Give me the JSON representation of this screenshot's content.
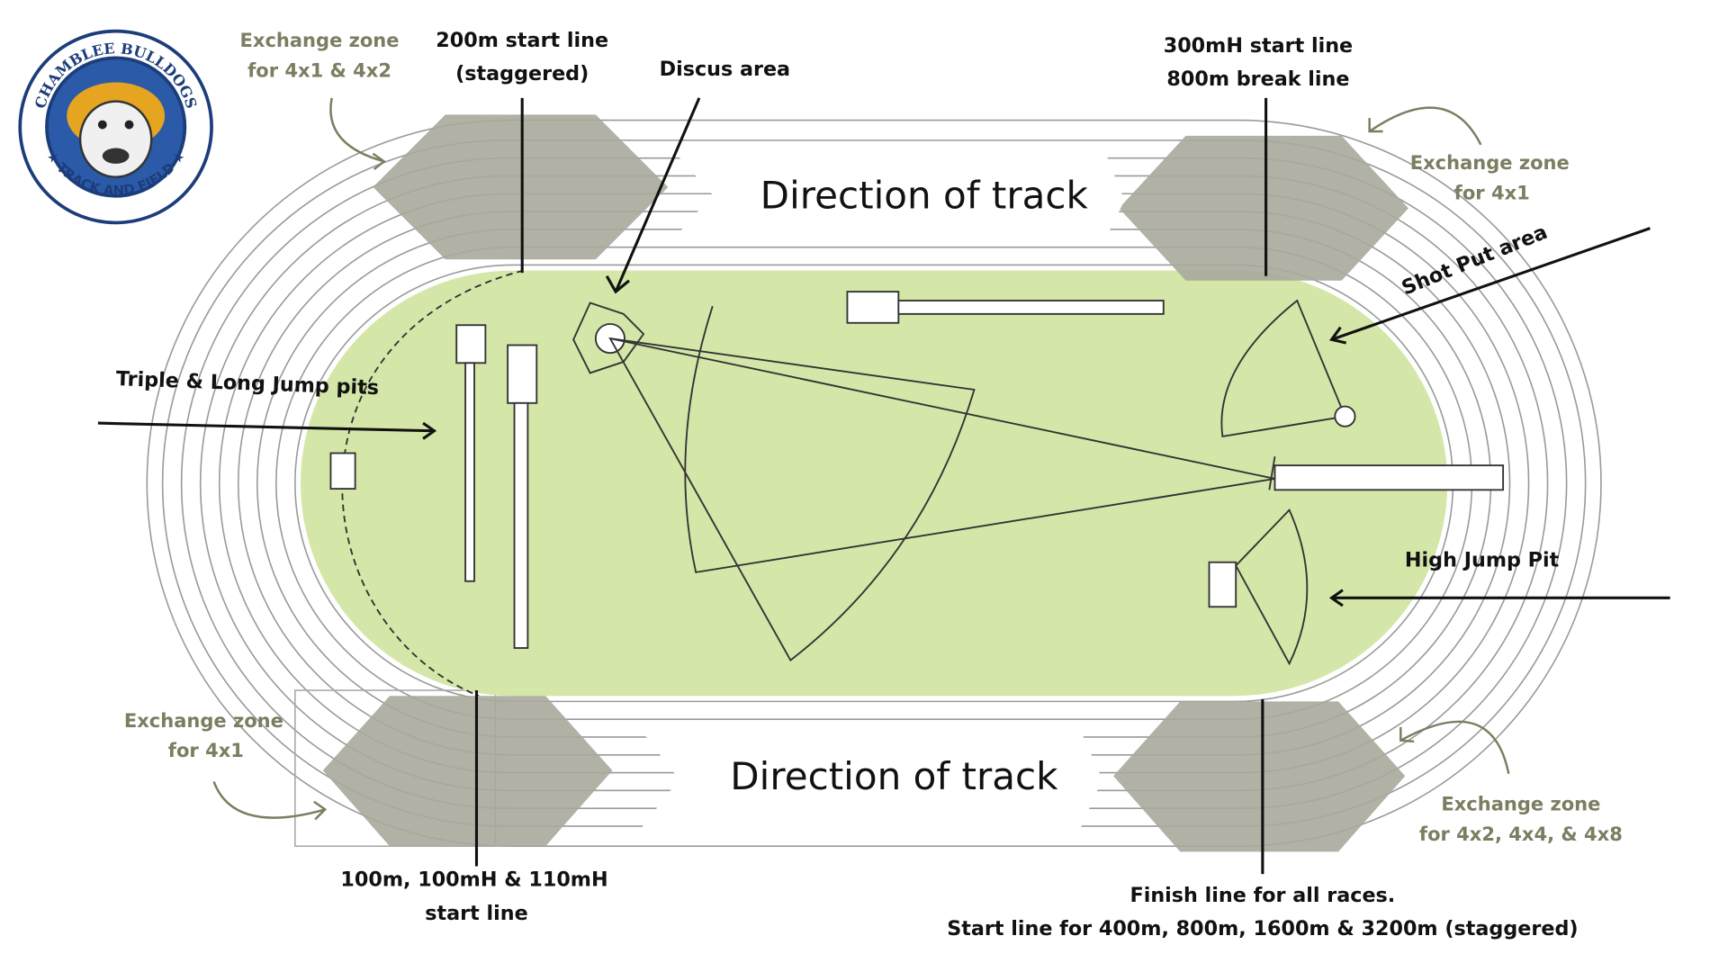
{
  "logo": {
    "top_text": "CHAMBLEE BULLDOGS",
    "bottom_text": "TRACK AND FIELD"
  },
  "labels": {
    "start_200_1": "200m start line",
    "start_200_2": "(staggered)",
    "discus": "Discus area",
    "start_300h_1": "300mH start line",
    "start_300h_2": "800m break line",
    "shot_put": "Shot Put area",
    "jump_pits": "Triple & Long Jump pits",
    "high_jump": "High Jump Pit",
    "start_100_1": "100m, 100mH & 110mH",
    "start_100_2": "start line",
    "finish_1": "Finish line for all races.",
    "finish_2": "Start line for 400m, 800m, 1600m & 3200m (staggered)"
  },
  "exchange_zones": {
    "top_left_1": "Exchange zone",
    "top_left_2": "for 4x1 & 4x2",
    "top_right_1": "Exchange zone",
    "top_right_2": "for 4x1",
    "bottom_left_1": "Exchange zone",
    "bottom_left_2": "for 4x1",
    "bottom_right_1": "Exchange zone",
    "bottom_right_2": "for 4x2, 4x4, & 4x8"
  },
  "direction": {
    "top": "Direction of track",
    "bottom": "Direction of track"
  },
  "colors": {
    "infield": "#d4e6a8",
    "zone": "#a9a99c",
    "annotation": "#7d7d62"
  }
}
